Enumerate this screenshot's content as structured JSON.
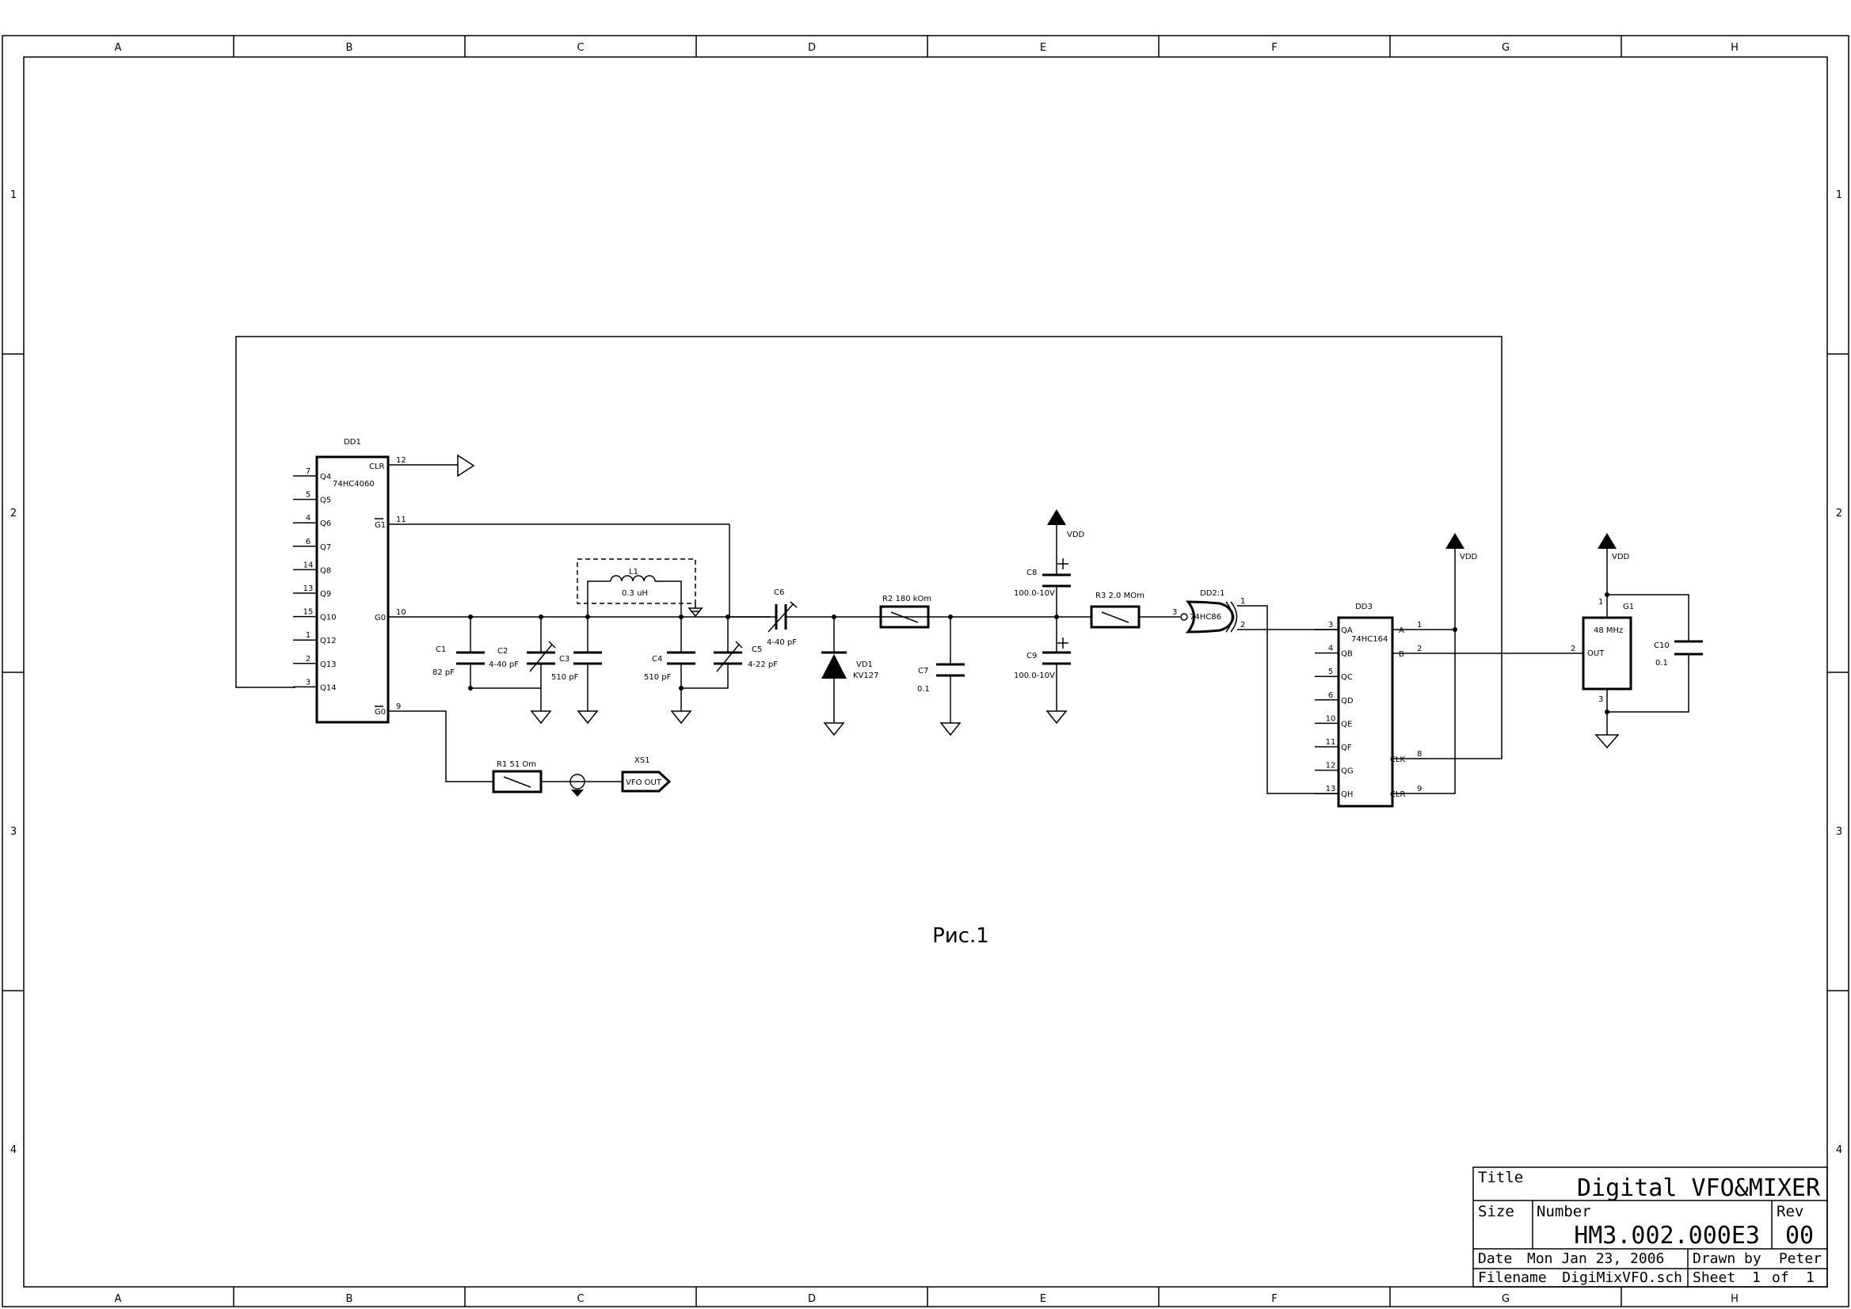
{
  "frame": {
    "columns": [
      "A",
      "B",
      "C",
      "D",
      "E",
      "F",
      "G",
      "H"
    ],
    "rows": [
      "1",
      "2",
      "3",
      "4"
    ]
  },
  "caption": "Рис.1",
  "title_block": {
    "title_label": "Title",
    "title": "Digital VFO&MIXER",
    "size_label": "Size",
    "number_label": "Number",
    "number": "HM3.002.000E3",
    "rev_label": "Rev",
    "rev": "00",
    "date_label": "Date",
    "date": "Mon Jan 23, 2006",
    "drawn_label": "Drawn by",
    "drawn": "Peter",
    "filename_label": "Filename",
    "filename": "DigiMixVFO.sch",
    "sheet_label": "Sheet",
    "sheet_num": "1",
    "of_label": "of",
    "sheet_total": "1"
  },
  "dd1": {
    "ref": "DD1",
    "part": "74HC4060",
    "left_pins": [
      {
        "num": "7",
        "name": "Q4"
      },
      {
        "num": "5",
        "name": "Q5"
      },
      {
        "num": "4",
        "name": "Q6"
      },
      {
        "num": "6",
        "name": "Q7"
      },
      {
        "num": "14",
        "name": "Q8"
      },
      {
        "num": "13",
        "name": "Q9"
      },
      {
        "num": "15",
        "name": "Q10"
      },
      {
        "num": "1",
        "name": "Q12"
      },
      {
        "num": "2",
        "name": "Q13"
      },
      {
        "num": "3",
        "name": "Q14"
      }
    ],
    "right_pins": [
      {
        "num": "12",
        "name": "CLR"
      },
      {
        "num": "11",
        "name": "G1"
      },
      {
        "num": "10",
        "name": "G0"
      },
      {
        "num": "9",
        "name": "G0"
      }
    ]
  },
  "parts": {
    "c1_ref": "C1",
    "c1_val": "82 pF",
    "c2_ref": "C2",
    "c2_val": "4-40 pF",
    "c3_ref": "C3",
    "c3_val": "510 pF",
    "c4_ref": "C4",
    "c4_val": "510 pF",
    "c5_ref": "C5",
    "c5_val": "4-22 pF",
    "c6_ref": "C6",
    "c6_val": "4-40 pF",
    "c7_ref": "C7",
    "c7_val": "0.1",
    "c8_ref": "C8",
    "c8_val": "100.0-10V",
    "c9_ref": "C9",
    "c9_val": "100.0-10V",
    "c10_ref": "C10",
    "c10_val": "0.1",
    "l1_ref": "L1",
    "l1_val": "0.3 uH",
    "r1": "R1  51 Om",
    "r2": "R2  180 kOm",
    "r3": "R3  2.0 MOm",
    "vd1_ref": "VD1",
    "vd1_val": "KV127",
    "xs1_ref": "XS1",
    "xs1_label": "VFO OUT",
    "vdd": "VDD"
  },
  "dd2": {
    "ref": "DD2:1",
    "part": "74HC86",
    "pin_a": "1",
    "pin_b": "2",
    "pin_out": "3"
  },
  "dd3": {
    "ref": "DD3",
    "part": "74HC164",
    "left_pins": [
      {
        "num": "3",
        "name": "QA"
      },
      {
        "num": "4",
        "name": "QB"
      },
      {
        "num": "5",
        "name": "QC"
      },
      {
        "num": "6",
        "name": "QD"
      },
      {
        "num": "10",
        "name": "QE"
      },
      {
        "num": "11",
        "name": "QF"
      },
      {
        "num": "12",
        "name": "QG"
      },
      {
        "num": "13",
        "name": "QH"
      }
    ],
    "right_pins": [
      {
        "num": "1",
        "name": "A"
      },
      {
        "num": "2",
        "name": "B"
      },
      {
        "num": "8",
        "name": "CLK"
      },
      {
        "num": "9",
        "name": "CLR"
      }
    ]
  },
  "g1": {
    "ref": "G1",
    "freq": "48 MHz",
    "out": "OUT",
    "pin_vdd": "1",
    "pin_out": "2",
    "pin_gnd": "3"
  }
}
